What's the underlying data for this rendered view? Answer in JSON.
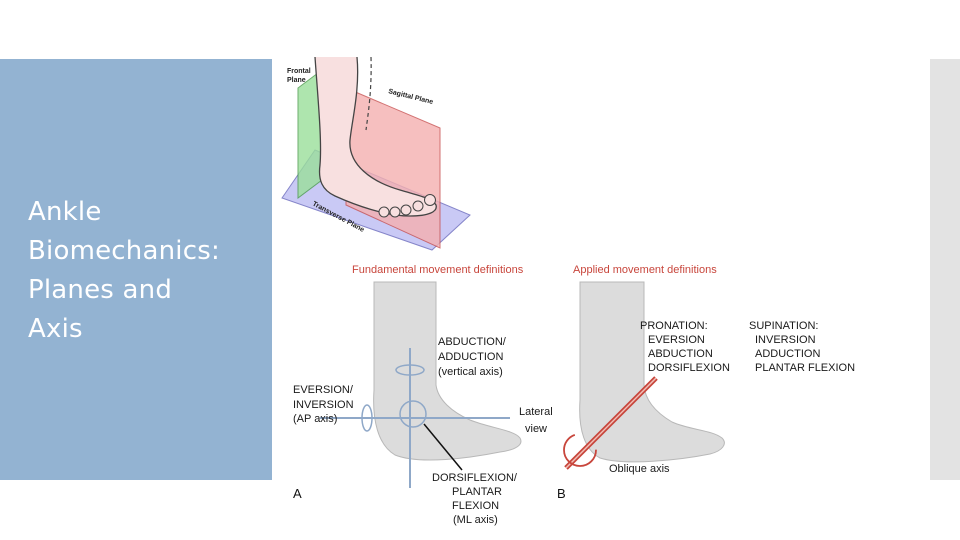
{
  "slide": {
    "title_lines": [
      "Ankle",
      "Biomechanics:",
      "Planes and",
      "Axis"
    ]
  },
  "planes_figure": {
    "frontal_line1": "Frontal",
    "frontal_line2": "Plane",
    "sagittal": "Sagittal Plane",
    "transverse": "Transverse Plane",
    "colors": {
      "frontal": "#8fd68f",
      "sagittal": "#f4a6a6",
      "transverse": "#b8b8f0"
    }
  },
  "movement_figure": {
    "heading_a": "Fundamental movement definitions",
    "heading_b": "Applied movement definitions",
    "abduction": [
      "ABDUCTION/",
      "ADDUCTION",
      "(vertical axis)"
    ],
    "eversion": [
      "EVERSION/",
      "INVERSION",
      "(AP axis)"
    ],
    "lateral_view": [
      "Lateral",
      "view"
    ],
    "dorsiflexion": [
      "DORSIFLEXION/",
      "PLANTAR",
      "FLEXION",
      "(ML axis)"
    ],
    "pronation": [
      "PRONATION:",
      "EVERSION",
      "ABDUCTION",
      "DORSIFLEXION"
    ],
    "supination": [
      "SUPINATION:",
      "INVERSION",
      "ADDUCTION",
      "PLANTAR FLEXION"
    ],
    "oblique_axis": "Oblique axis",
    "panel_a": "A",
    "panel_b": "B",
    "heading_color": "#c8463c"
  }
}
